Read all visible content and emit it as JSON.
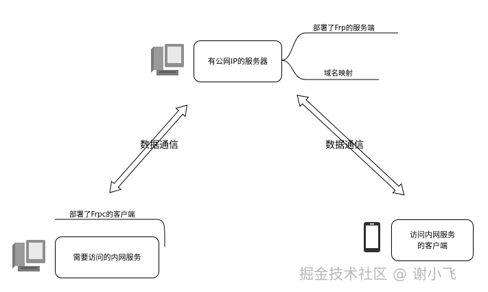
{
  "server": {
    "label": "有公网IP的服务器",
    "notes": [
      "部署了Frp的服务端",
      "域名映射"
    ]
  },
  "internal": {
    "note": "部署了Frpc的客户端",
    "label": "需要访问的内网服务"
  },
  "client": {
    "line1": "访问内网服务",
    "line2": "的客户端"
  },
  "links": {
    "left_label": "数据通信",
    "right_label": "数据通信"
  },
  "watermark": "掘金技术社区 @ 谢小飞",
  "icons": [
    "computer-icon",
    "computer-icon",
    "phone-icon"
  ]
}
